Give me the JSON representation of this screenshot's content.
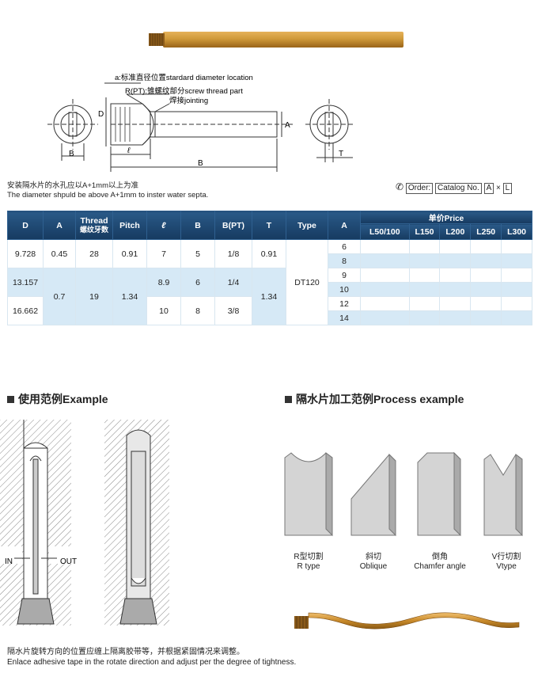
{
  "diagram": {
    "label_a": "a:标准直径位置stardard diameter location",
    "label_r": "R(PT):锥螺纹部分screw thread part",
    "label_joint_cn": "焊接",
    "label_joint_en": "jointing",
    "dim_D": "D",
    "dim_A": "A",
    "dim_B_left": "B",
    "dim_l": "ℓ",
    "dim_B_main": "B",
    "dim_T": "T"
  },
  "note": {
    "cn": "安装隔水片的水孔应以A+1mm以上为准",
    "en": "The diameter shpuld be above A+1mm to inster water septa."
  },
  "order": {
    "label": "Order:",
    "catalog": "Catalog No.",
    "a": "A",
    "x": "×",
    "l": "L"
  },
  "table": {
    "headers": {
      "D": "D",
      "A": "A",
      "thread_en": "Thread",
      "thread_cn": "螺纹牙数",
      "pitch": "Pitch",
      "l": "ℓ",
      "B": "B",
      "BPT": "B(PT)",
      "T": "T",
      "type": "Type",
      "A2": "A",
      "price": "单价Price",
      "L50": "L50/100",
      "L150": "L150",
      "L200": "L200",
      "L250": "L250",
      "L300": "L300"
    },
    "rows": [
      {
        "D": "9.728",
        "A": "0.45",
        "thread": "28",
        "pitch": "0.91",
        "l": "7",
        "B": "5",
        "BPT": "1/8",
        "T": "0.91"
      },
      {
        "D": "13.157",
        "l": "8.9",
        "B": "6",
        "BPT": "1/4"
      },
      {
        "D": "16.662",
        "l": "10",
        "B": "8",
        "BPT": "3/8"
      }
    ],
    "merged": {
      "A": "0.7",
      "thread": "19",
      "pitch": "1.34",
      "T": "1.34",
      "type": "DT120"
    },
    "a_values": [
      "6",
      "8",
      "9",
      "10",
      "12",
      "14"
    ]
  },
  "example": {
    "title": "使用范例Example",
    "in": "IN",
    "out": "OUT"
  },
  "process": {
    "title": "隔水片加工范例Process example",
    "items": [
      {
        "cn": "R型切割",
        "en": "R type"
      },
      {
        "cn": "斜切",
        "en": "Oblique"
      },
      {
        "cn": "倒角",
        "en": "Chamfer angle"
      },
      {
        "cn": "V行切割",
        "en": "Vtype"
      }
    ]
  },
  "footer": {
    "cn": "隔水片旋转方向的位置应缠上隔离胶带等，并根据紧固情况来调整。",
    "en": "Enlace adhesive tape in the rotate direction and adjust per the degree of tightness."
  },
  "colors": {
    "header_blue": "#1f4a75",
    "light_blue": "#d6e9f6",
    "copper": "#c8892d"
  }
}
